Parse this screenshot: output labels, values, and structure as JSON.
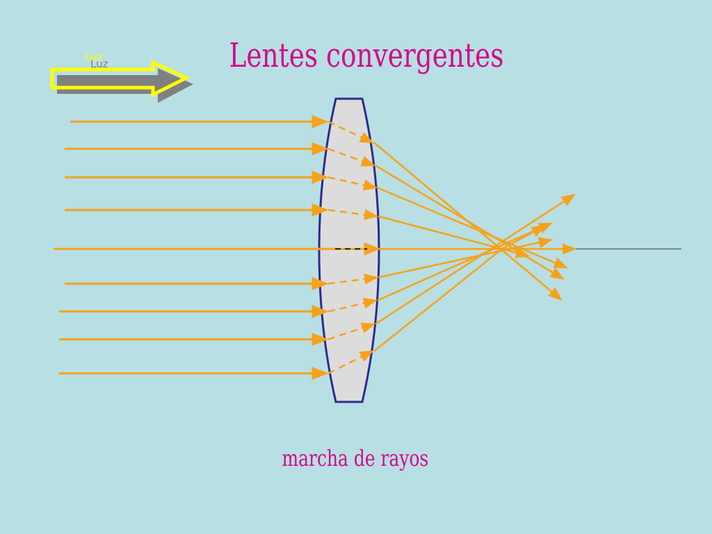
{
  "slide": {
    "title": "Lentes convergentes",
    "caption": "marcha de rayos"
  },
  "nav": {
    "next_label": "Luz",
    "next_label_shadow": "Luz"
  },
  "colors": {
    "background": "#b8dfe3",
    "title": "#d4088a",
    "ray": "#f5a21b",
    "lens_fill": "#dcdcdc",
    "lens_stroke": "#2e2a8c",
    "nav_arrow": "#ffff00",
    "nav_shadow": "#808080"
  }
}
